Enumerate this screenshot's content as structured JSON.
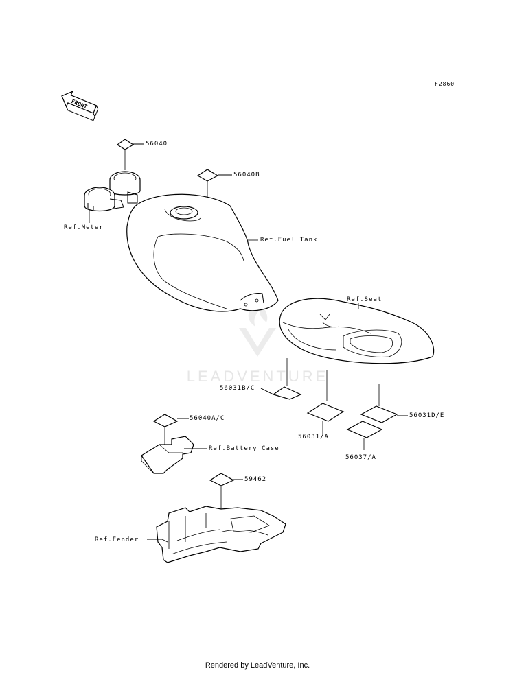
{
  "figure_code": "F2860",
  "front_arrow_text": "FRONT",
  "watermark": "LEADVENTURE",
  "footer": "Rendered by LeadVenture, Inc.",
  "labels": {
    "p56040": "56040",
    "p56040b": "56040B",
    "ref_meter": "Ref.Meter",
    "ref_fuel_tank": "Ref.Fuel Tank",
    "ref_seat": "Ref.Seat",
    "p56031bc": "56031B/C",
    "p56040ac": "56040A/C",
    "p56031a": "56031/A",
    "p56031de": "56031D/E",
    "ref_battery_case": "Ref.Battery Case",
    "p56037a": "56037/A",
    "p59462": "59462",
    "ref_fender": "Ref.Fender"
  }
}
